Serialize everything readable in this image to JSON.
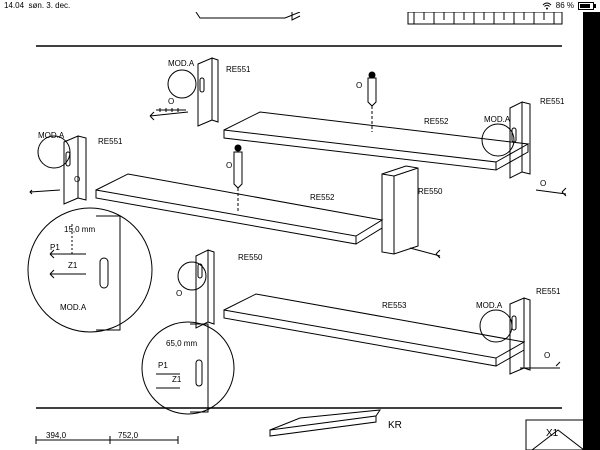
{
  "status_bar": {
    "time": "14.04",
    "date": "søn. 3. dec.",
    "battery_percent": "86 %",
    "battery_level": 0.86,
    "icons": [
      "wifi-icon",
      "battery-icon"
    ]
  },
  "labels": {
    "re551_top": "RE551",
    "re552_top": "RE552",
    "re551_right": "RE551",
    "re551_left": "RE551",
    "re552_mid": "RE552",
    "re550_right": "RE550",
    "re550_mid": "RE550",
    "re553": "RE553",
    "re551_low": "RE551",
    "kr": "KR",
    "x1": "X1"
  },
  "mod_labels": {
    "top": "MOD.A",
    "left": "MOD.A",
    "right": "MOD.A",
    "circle": "MOD.A",
    "low_right": "MOD.A"
  },
  "part_codes": {
    "o1": "O",
    "o2": "O",
    "o3": "O",
    "o4": "O",
    "o5": "O",
    "o6": "O",
    "o7": "O",
    "p1_a": "P1",
    "z1_a": "Z1",
    "p1_b": "P1",
    "z1_b": "Z1"
  },
  "dimensions": {
    "d1": "15,0 mm",
    "d2": "65,0 mm",
    "bottom_left_1": "394,0",
    "bottom_left_2": "752,0"
  }
}
